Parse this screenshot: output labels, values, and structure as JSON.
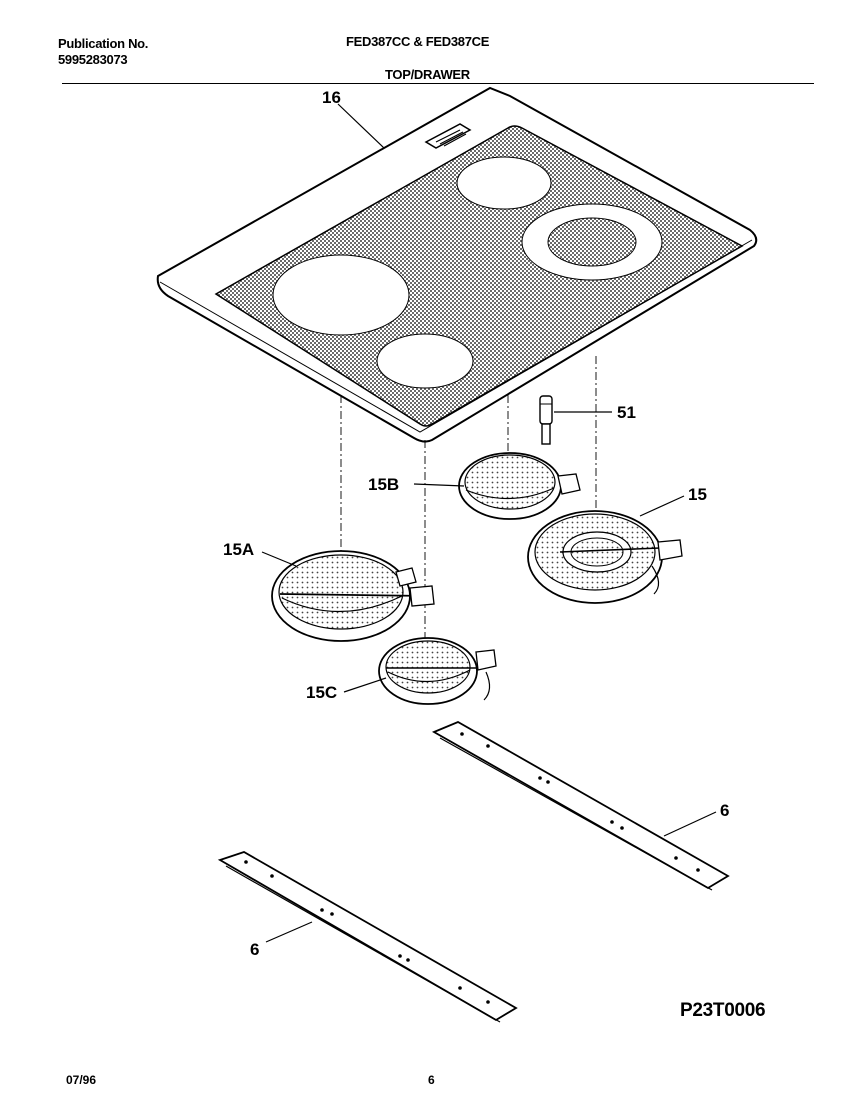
{
  "header": {
    "publication_label": "Publication No.",
    "publication_number": "5995283073",
    "model": "FED387CC & FED387CE",
    "section": "TOP/DRAWER"
  },
  "callouts": {
    "cooktop": "16",
    "limiter": "51",
    "element_15b": "15B",
    "element_15": "15",
    "element_15a": "15A",
    "element_15c": "15C",
    "bracket_upper": "6",
    "bracket_lower": "6"
  },
  "footer": {
    "date": "07/96",
    "page": "6",
    "diagram_id": "P23T0006"
  }
}
